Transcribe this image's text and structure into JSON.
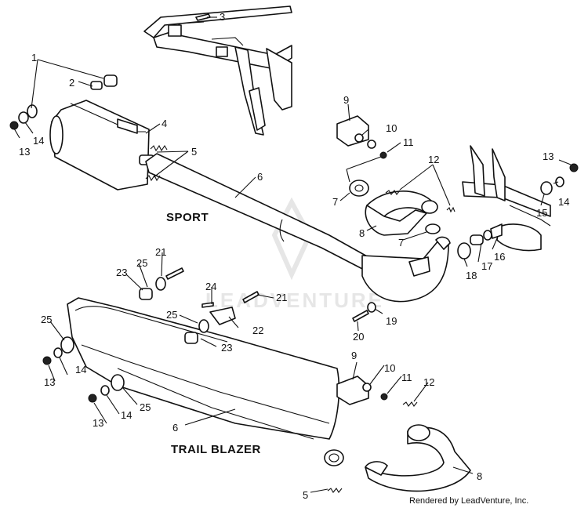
{
  "callouts": [
    "1",
    "2",
    "3",
    "4",
    "5",
    "6",
    "7",
    "8",
    "9",
    "10",
    "11",
    "12",
    "13",
    "14",
    "15",
    "16",
    "17",
    "18",
    "19",
    "20",
    "21",
    "22",
    "23",
    "24",
    "25"
  ],
  "variants": {
    "sport": "SPORT",
    "trail_blazer": "TRAIL BLAZER"
  },
  "watermark": "LEADVENTURE",
  "credit": "Rendered by LeadVenture, Inc."
}
